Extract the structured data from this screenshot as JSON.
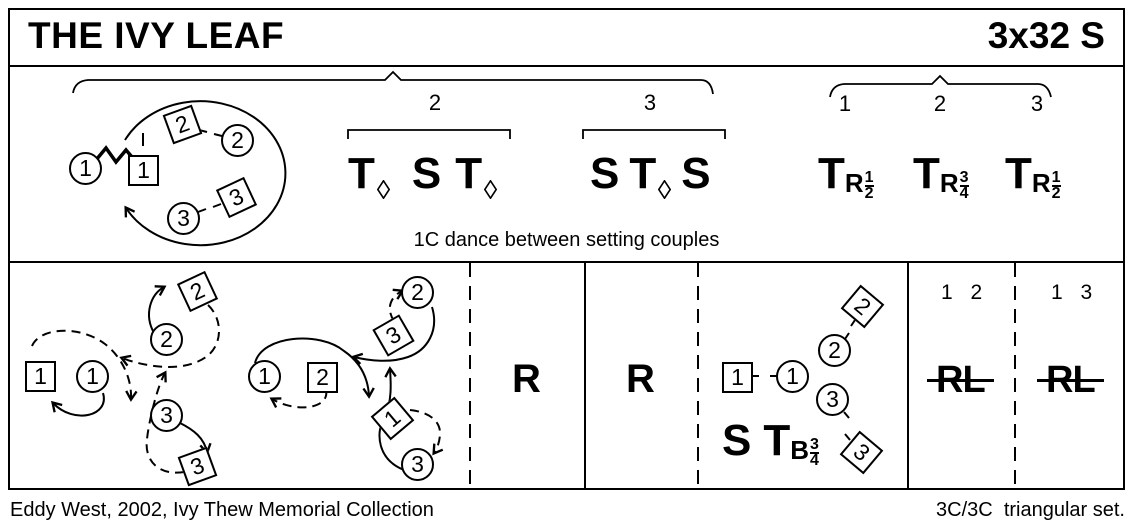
{
  "colors": {
    "ink": "#000000",
    "paper": "#ffffff"
  },
  "header": {
    "title": "THE IVY LEAF",
    "repeat_info": "3x32 S"
  },
  "top_section": {
    "phrase_labels": {
      "group2": "2",
      "group3": "3"
    },
    "turn_bar_labels": [
      "1",
      "2",
      "3"
    ],
    "group2_figures": {
      "sym1": "T",
      "sym1_sub": "diamond",
      "sym2": "S",
      "sym3": "T",
      "sym3_sub": "diamond"
    },
    "group3_figures": {
      "sym1": "S",
      "sym2": "T",
      "sym2_sub": "diamond",
      "sym3": "S"
    },
    "turns": [
      {
        "letter": "T",
        "sub": "R",
        "num": "1",
        "den": "2"
      },
      {
        "letter": "T",
        "sub": "R",
        "num": "3",
        "den": "4"
      },
      {
        "letter": "T",
        "sub": "R",
        "num": "1",
        "den": "2"
      }
    ],
    "caption": "1C dance between setting couples",
    "set_diagram": {
      "w1": "1",
      "m1": "1",
      "m2": "2",
      "w2": "2",
      "w3": "3",
      "m3": "3"
    }
  },
  "bottom_section": {
    "figure1": {
      "m1": "1",
      "w1": "1",
      "w2": "2",
      "m2": "2",
      "w3": "3",
      "m3": "3"
    },
    "figure2": {
      "w1": "1",
      "m2": "2",
      "w2": "2",
      "m3": "3",
      "m1": "1",
      "w3": "3"
    },
    "repeat1": "R",
    "repeat2": "R",
    "figure4": {
      "dancers": {
        "m1": "1",
        "w1": "1",
        "w2": "2",
        "m2": "2",
        "w3": "3",
        "m3": "3"
      },
      "label": {
        "s": "S",
        "t": "T",
        "sub": "B",
        "num": "3",
        "den": "4"
      }
    },
    "panel5": {
      "couples": "1 2",
      "figure": "RL"
    },
    "panel6": {
      "couples": "1 3",
      "figure": "RL"
    }
  },
  "footer": {
    "credit": "Eddy West, 2002, Ivy Thew Memorial Collection",
    "set_info": "3C/3C  triangular set."
  }
}
